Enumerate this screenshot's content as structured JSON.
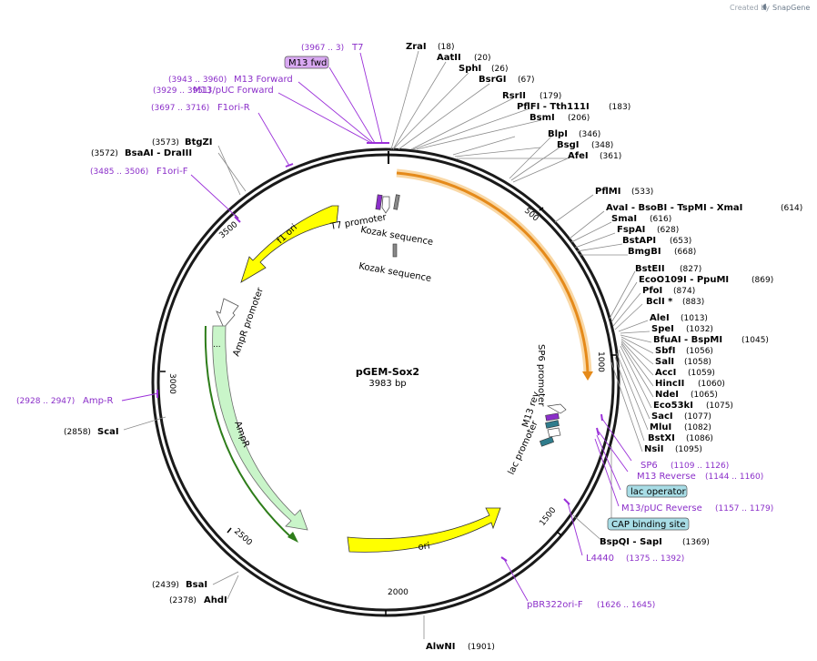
{
  "branding": {
    "created_by": "Created by",
    "product": "SnapGene"
  },
  "plasmid": {
    "name": "pGEM-Sox2",
    "size_label": "3983 bp"
  },
  "ticks": [
    "500",
    "1000",
    "1500",
    "2000",
    "2500",
    "3000",
    "3500"
  ],
  "features": {
    "f1_ori": "f1 ori",
    "ampr_promoter": "AmpR promoter",
    "ampr": "AmpR",
    "ori": "ori",
    "t7_promoter": "T7 promoter",
    "kozak": "Kozak sequence",
    "sp6_promoter": "SP6 promoter",
    "m13_rev": "M13 rev",
    "lac_promoter": "lac promoter"
  },
  "enzymes": [
    {
      "name": "ZraI",
      "pos": "(18)"
    },
    {
      "name": "AatII",
      "pos": "(20)"
    },
    {
      "name": "SphI",
      "pos": "(26)"
    },
    {
      "name": "BsrGI",
      "pos": "(67)"
    },
    {
      "name": "RsrII",
      "pos": "(179)"
    },
    {
      "name": "PflFI - Tth111I",
      "pos": "(183)"
    },
    {
      "name": "BsmI",
      "pos": "(206)"
    },
    {
      "name": "BlpI",
      "pos": "(346)"
    },
    {
      "name": "BsgI",
      "pos": "(348)"
    },
    {
      "name": "AfeI",
      "pos": "(361)"
    },
    {
      "name": "PflMI",
      "pos": "(533)"
    },
    {
      "name": "AvaI - BsoBI - TspMI - XmaI",
      "pos": "(614)"
    },
    {
      "name": "SmaI",
      "pos": "(616)"
    },
    {
      "name": "FspAI",
      "pos": "(628)"
    },
    {
      "name": "BstAPI",
      "pos": "(653)"
    },
    {
      "name": "BmgBI",
      "pos": "(668)"
    },
    {
      "name": "BstEII",
      "pos": "(827)"
    },
    {
      "name": "EcoO109I - PpuMI",
      "pos": "(869)"
    },
    {
      "name": "PfoI",
      "pos": "(874)"
    },
    {
      "name": "BclI *",
      "pos": "(883)"
    },
    {
      "name": "AleI",
      "pos": "(1013)"
    },
    {
      "name": "SpeI",
      "pos": "(1032)"
    },
    {
      "name": "BfuAI - BspMI",
      "pos": "(1045)"
    },
    {
      "name": "SbfI",
      "pos": "(1056)"
    },
    {
      "name": "SalI",
      "pos": "(1058)"
    },
    {
      "name": "AccI",
      "pos": "(1059)"
    },
    {
      "name": "HincII",
      "pos": "(1060)"
    },
    {
      "name": "NdeI",
      "pos": "(1065)"
    },
    {
      "name": "Eco53kI",
      "pos": "(1075)"
    },
    {
      "name": "SacI",
      "pos": "(1077)"
    },
    {
      "name": "MluI",
      "pos": "(1082)"
    },
    {
      "name": "BstXI",
      "pos": "(1086)"
    },
    {
      "name": "NsiI",
      "pos": "(1095)"
    },
    {
      "name": "BspQI - SapI",
      "pos": "(1369)"
    },
    {
      "name": "AlwNI",
      "pos": "(1901)"
    }
  ],
  "enzymes_left": [
    {
      "name": "BtgZI",
      "pos": "(3573)"
    },
    {
      "name": "BsaAI - DraIII",
      "pos": "(3572)"
    },
    {
      "name": "ScaI",
      "pos": "(2858)"
    },
    {
      "name": "BsaI",
      "pos": "(2439)"
    },
    {
      "name": "AhdI",
      "pos": "(2378)"
    }
  ],
  "primers": [
    {
      "name": "T7",
      "pos": "(3967 .. 3)"
    },
    {
      "name": "M13 fwd",
      "pos": ""
    },
    {
      "name": "M13 Forward",
      "pos": "(3943 .. 3960)"
    },
    {
      "name": "M13/pUC Forward",
      "pos": "(3929 .. 3951)"
    },
    {
      "name": "F1ori-R",
      "pos": "(3697 .. 3716)"
    },
    {
      "name": "F1ori-F",
      "pos": "(3485 .. 3506)"
    },
    {
      "name": "Amp-R",
      "pos": "(2928 .. 2947)"
    },
    {
      "name": "SP6",
      "pos": "(1109 .. 1126)"
    },
    {
      "name": "M13 Reverse",
      "pos": "(1144 .. 1160)"
    },
    {
      "name": "lac operator",
      "pos": ""
    },
    {
      "name": "M13/pUC Reverse",
      "pos": "(1157 .. 1179)"
    },
    {
      "name": "CAP binding site",
      "pos": ""
    },
    {
      "name": "L4440",
      "pos": "(1375 .. 1392)"
    },
    {
      "name": "pBR322ori-F",
      "pos": "(1626 .. 1645)"
    }
  ],
  "colors": {
    "backbone": "#1a1a1a",
    "primer": "#9b30d9",
    "insert": "#e58a1a",
    "ori": "#ffff00",
    "ampr": "#c9f5c9",
    "lac": "#a8dde6"
  }
}
